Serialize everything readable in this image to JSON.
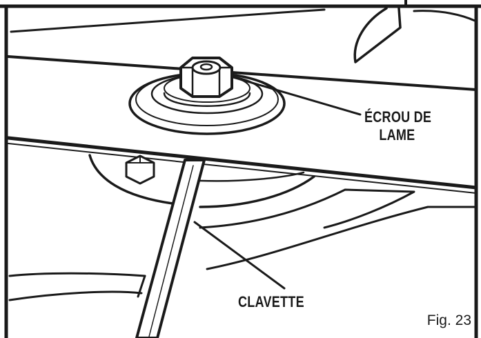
{
  "figure": {
    "labels": {
      "blade_nut_line1": "ÉCROU DE",
      "blade_nut_line2": "LAME",
      "key": "CLAVETTE"
    },
    "figure_number": "Fig. 23",
    "colors": {
      "ink": "#1a1a1a",
      "fill": "#ffffff",
      "frame": "#1a1a1a"
    }
  }
}
